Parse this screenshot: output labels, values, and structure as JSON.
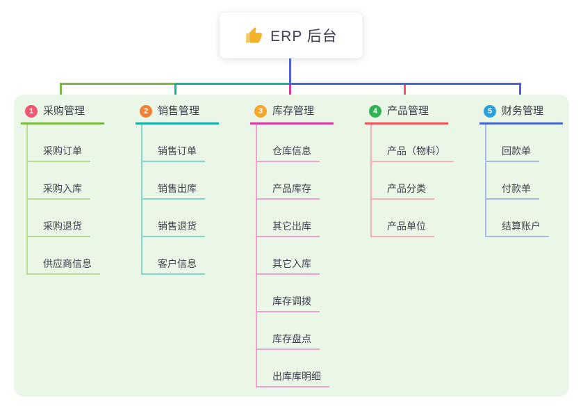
{
  "root": {
    "title": "ERP 后台",
    "icon": "thumbs-up-icon"
  },
  "colors": {
    "page_bg": "#ffffff",
    "panel_bg": "#ebf7e6",
    "root_connector": "#5064cf",
    "root_text": "#3d4254",
    "node_text": "#3f434f",
    "thumb_gold": "#f2b32a"
  },
  "branches": [
    {
      "badge": "1",
      "label": "采购管理",
      "badge_color": "#f25670",
      "line_color": "#7cb944",
      "child_line_color": "#b9dc92",
      "children": [
        "采购订单",
        "采购入库",
        "采购退货",
        "供应商信息"
      ]
    },
    {
      "badge": "2",
      "label": "销售管理",
      "badge_color": "#f58234",
      "line_color": "#16b1a6",
      "child_line_color": "#82d6cd",
      "children": [
        "销售订单",
        "销售出库",
        "销售退货",
        "客户信息"
      ]
    },
    {
      "badge": "3",
      "label": "库存管理",
      "badge_color": "#d93a9e",
      "line_color": "#d93a9e",
      "badge_color_real": "#f6a62b",
      "child_line_color": "#efa0d0",
      "children": [
        "仓库信息",
        "产品库存",
        "其它出库",
        "其它入库",
        "库存调拨",
        "库存盘点",
        "出库库明细"
      ]
    },
    {
      "badge": "4",
      "label": "产品管理",
      "badge_color": "#30b355",
      "line_color": "#f2545e",
      "child_line_color": "#f8aeb2",
      "children": [
        "产品（物料）",
        "产品分类",
        "产品单位"
      ]
    },
    {
      "badge": "5",
      "label": "财务管理",
      "badge_color": "#2aa1dd",
      "line_color": "#4765cf",
      "child_line_color": "#a8bbe7",
      "children": [
        "回款单",
        "付款单",
        "结算账户"
      ]
    }
  ]
}
